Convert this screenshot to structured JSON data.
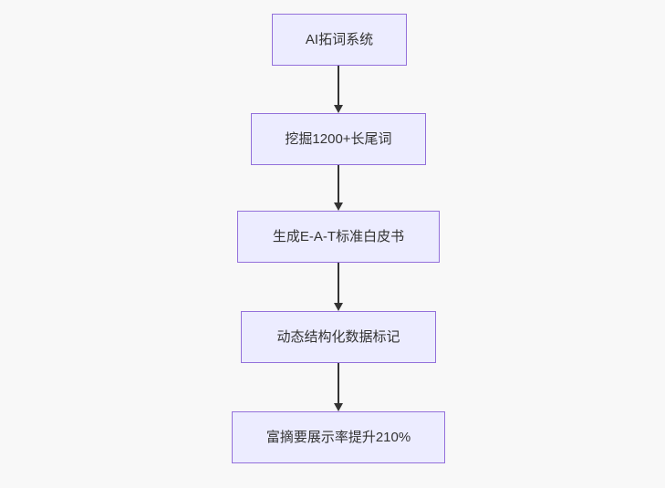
{
  "diagram": {
    "type": "flowchart-vertical",
    "background_color": "#f8f8f8",
    "node_fill_color": "#ececff",
    "node_border_color": "#9370db",
    "arrow_color": "#333333",
    "text_color": "#333333",
    "nodes": [
      {
        "label": "AI拓词系统"
      },
      {
        "label": "挖掘1200+长尾词"
      },
      {
        "label": "生成E-A-T标准白皮书"
      },
      {
        "label": "动态结构化数据标记"
      },
      {
        "label": "富摘要展示率提升210%"
      }
    ],
    "edges": [
      {
        "from": 0,
        "to": 1
      },
      {
        "from": 1,
        "to": 2
      },
      {
        "from": 2,
        "to": 3
      },
      {
        "from": 3,
        "to": 4
      }
    ]
  }
}
